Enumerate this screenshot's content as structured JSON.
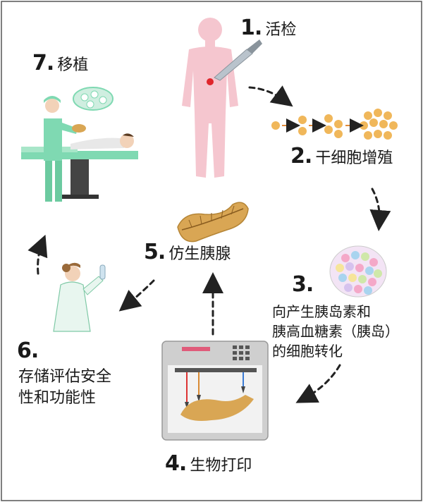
{
  "steps": [
    {
      "num": "1.",
      "label": "活检"
    },
    {
      "num": "2.",
      "label": "干细胞增殖"
    },
    {
      "num": "3.",
      "label": "向产生胰岛素和\n胰高血糖素（胰岛）\n的细胞转化"
    },
    {
      "num": "4.",
      "label": "生物打印"
    },
    {
      "num": "5.",
      "label": "仿生胰腺"
    },
    {
      "num": "6.",
      "label": "存储评估安全\n性和功能性"
    },
    {
      "num": "7.",
      "label": "移植"
    }
  ],
  "colors": {
    "body_pink": "#f5c6cf",
    "scrub_green": "#7fd9b2",
    "cell_orange": "#f0b75a",
    "pancreas_tan": "#d9a654",
    "printer_gray": "#c9c9c9",
    "arrow": "#222222"
  }
}
